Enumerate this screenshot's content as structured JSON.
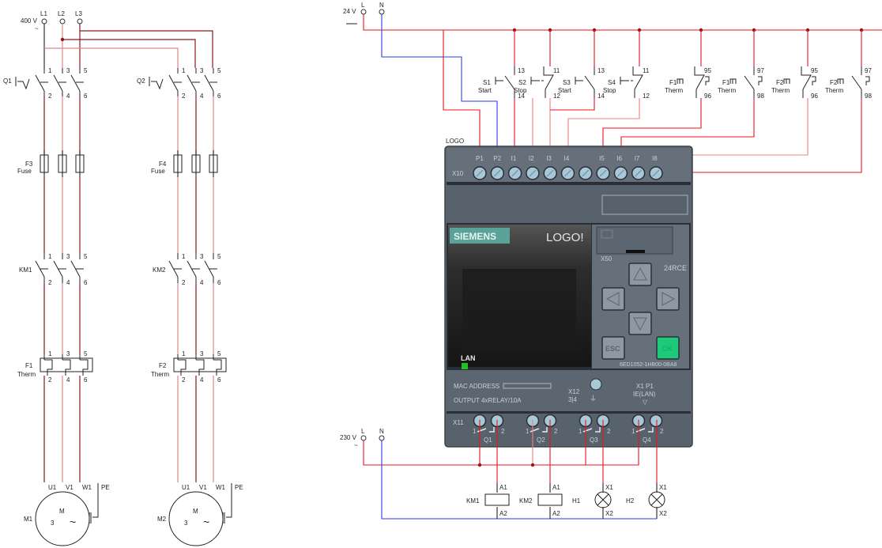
{
  "power_circuit": {
    "supply": {
      "voltage": "400 V",
      "ac_symbol": "~",
      "phases": [
        "L1",
        "L2",
        "L3"
      ]
    },
    "branches": [
      {
        "breaker": "Q1",
        "fuse": "F3",
        "fuse_label": "Fuse",
        "contactor": "KM1",
        "overload": "F1",
        "overload_label": "Therm",
        "motor": "M1"
      },
      {
        "breaker": "Q2",
        "fuse": "F4",
        "fuse_label": "Fuse",
        "contactor": "KM2",
        "overload": "F2",
        "overload_label": "Therm",
        "motor": "M2"
      }
    ],
    "pins_top": [
      "1",
      "3",
      "5"
    ],
    "pins_bottom": [
      "2",
      "4",
      "6"
    ],
    "motor_terminals": [
      "U1",
      "V1",
      "W1",
      "PE"
    ],
    "motor_text": {
      "m": "M",
      "phases": "3",
      "ac": "~"
    }
  },
  "control_circuit": {
    "supply": {
      "voltage": "24 V",
      "dc_symbol": "—",
      "l": "L",
      "n": "N"
    },
    "switches": [
      {
        "id": "S1",
        "label": "Start",
        "type": "NO",
        "top_pin": "13",
        "bottom_pin": "14"
      },
      {
        "id": "S2",
        "label": "Stop",
        "type": "NC",
        "top_pin": "11",
        "bottom_pin": "12"
      },
      {
        "id": "S3",
        "label": "Start",
        "type": "NO",
        "top_pin": "13",
        "bottom_pin": "14"
      },
      {
        "id": "S4",
        "label": "Stop",
        "type": "NC",
        "top_pin": "11",
        "bottom_pin": "12"
      },
      {
        "id": "F1",
        "label": "Therm",
        "type": "NC",
        "top_pin": "95",
        "bottom_pin": "96"
      },
      {
        "id": "F1",
        "label": "Therm",
        "type": "NO",
        "top_pin": "97",
        "bottom_pin": "98"
      },
      {
        "id": "F2",
        "label": "Therm",
        "type": "NC",
        "top_pin": "95",
        "bottom_pin": "96"
      },
      {
        "id": "F2",
        "label": "Therm",
        "type": "NO",
        "top_pin": "97",
        "bottom_pin": "98"
      }
    ]
  },
  "plc": {
    "title": "LOGO",
    "brand": "SIEMENS",
    "product": "LOGO!",
    "input_connector": "X10",
    "inputs": [
      "P1",
      "P2",
      "I1",
      "I2",
      "I3",
      "I4",
      "",
      "I5",
      "I6",
      "I7",
      "I8"
    ],
    "sd_slot_label": "X50",
    "model": "24RCE",
    "buttons": {
      "up": "▲",
      "left": "◀",
      "right": "▶",
      "down": "▼",
      "esc": "ESC",
      "ok": "OK"
    },
    "order_number": "6ED1052-1HB00-0BA8",
    "lan_label": "LAN",
    "mac_label": "MAC ADDRESS",
    "output_spec": "OUTPUT 4xRELAY/10A",
    "x12_label": "X12",
    "x12_pins": "3|4",
    "x1p1_label": "X1 P1",
    "ie_label": "IE(LAN)",
    "output_connector": "X11",
    "outputs": [
      "Q1",
      "Q2",
      "Q3",
      "Q4"
    ],
    "output_pins": [
      "1",
      "2"
    ],
    "colors": {
      "body": "#5c6670",
      "dark": "#2a2f35",
      "ok_button": "#1fc97a",
      "brand_bg": "#5aa39a",
      "lan_led": "#22c022"
    }
  },
  "output_circuit": {
    "supply": {
      "voltage": "230 V",
      "ac_symbol": "~",
      "l": "L",
      "n": "N"
    },
    "loads": [
      {
        "id": "KM1",
        "type": "coil",
        "top_pin": "A1",
        "bottom_pin": "A2"
      },
      {
        "id": "KM2",
        "type": "coil",
        "top_pin": "A1",
        "bottom_pin": "A2"
      },
      {
        "id": "H1",
        "type": "lamp",
        "top_pin": "X1",
        "bottom_pin": "X2"
      },
      {
        "id": "H2",
        "type": "lamp",
        "top_pin": "X1",
        "bottom_pin": "X2"
      }
    ]
  },
  "wire_colors": {
    "phase_dark": "#8b1a1a",
    "phase_light": "#d98a8a",
    "positive": "#e8141e",
    "neutral": "#2a3ee6"
  }
}
